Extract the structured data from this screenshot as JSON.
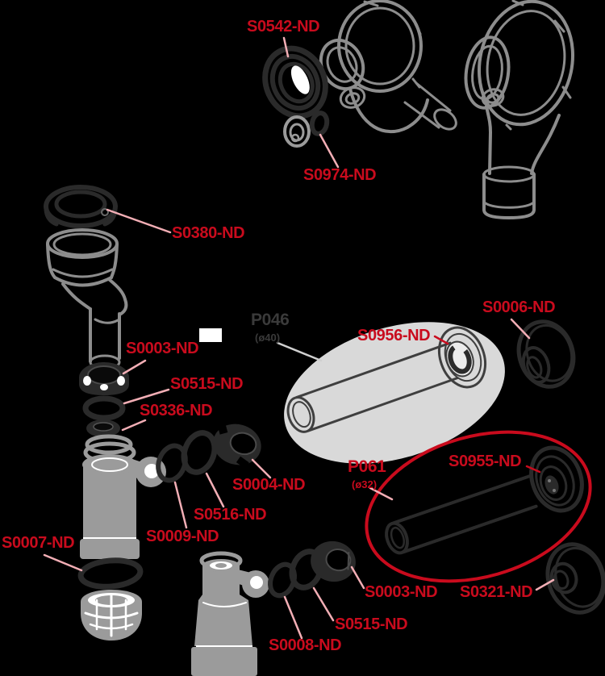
{
  "diagram_title": "Exploded spare-parts diagram of siphon traps",
  "colors": {
    "background": "#000000",
    "label_red": "#c90b1d",
    "leader_pink": "#f2aeb5",
    "line_gray": "#8d8d8d",
    "fill_gray": "#9b9b9b",
    "part_dark": "#2a2a2a",
    "ellipse_gray": "#d9d9d9",
    "kit_code_dark": "#3a3a3a",
    "pipe_stroke": "#3f3f3f"
  },
  "labels": {
    "s0542": "S0542-ND",
    "s0974": "S0974-ND",
    "s0380": "S0380-ND",
    "s0003_top": "S0003-ND",
    "s0515_top": "S0515-ND",
    "s0336": "S0336-ND",
    "s0004": "S0004-ND",
    "s0516": "S0516-ND",
    "s0009": "S0009-ND",
    "s0007": "S0007-ND",
    "s0956": "S0956-ND",
    "s0006": "S0006-ND",
    "s0955": "S0955-ND",
    "s0321": "S0321-ND",
    "s0003_bottom": "S0003-ND",
    "s0515_bottom": "S0515-ND",
    "s0008": "S0008-ND"
  },
  "kits": {
    "p046": {
      "code": "P046",
      "size": "(ø40)"
    },
    "p061": {
      "code": "P061",
      "size": "(ø32)"
    }
  }
}
